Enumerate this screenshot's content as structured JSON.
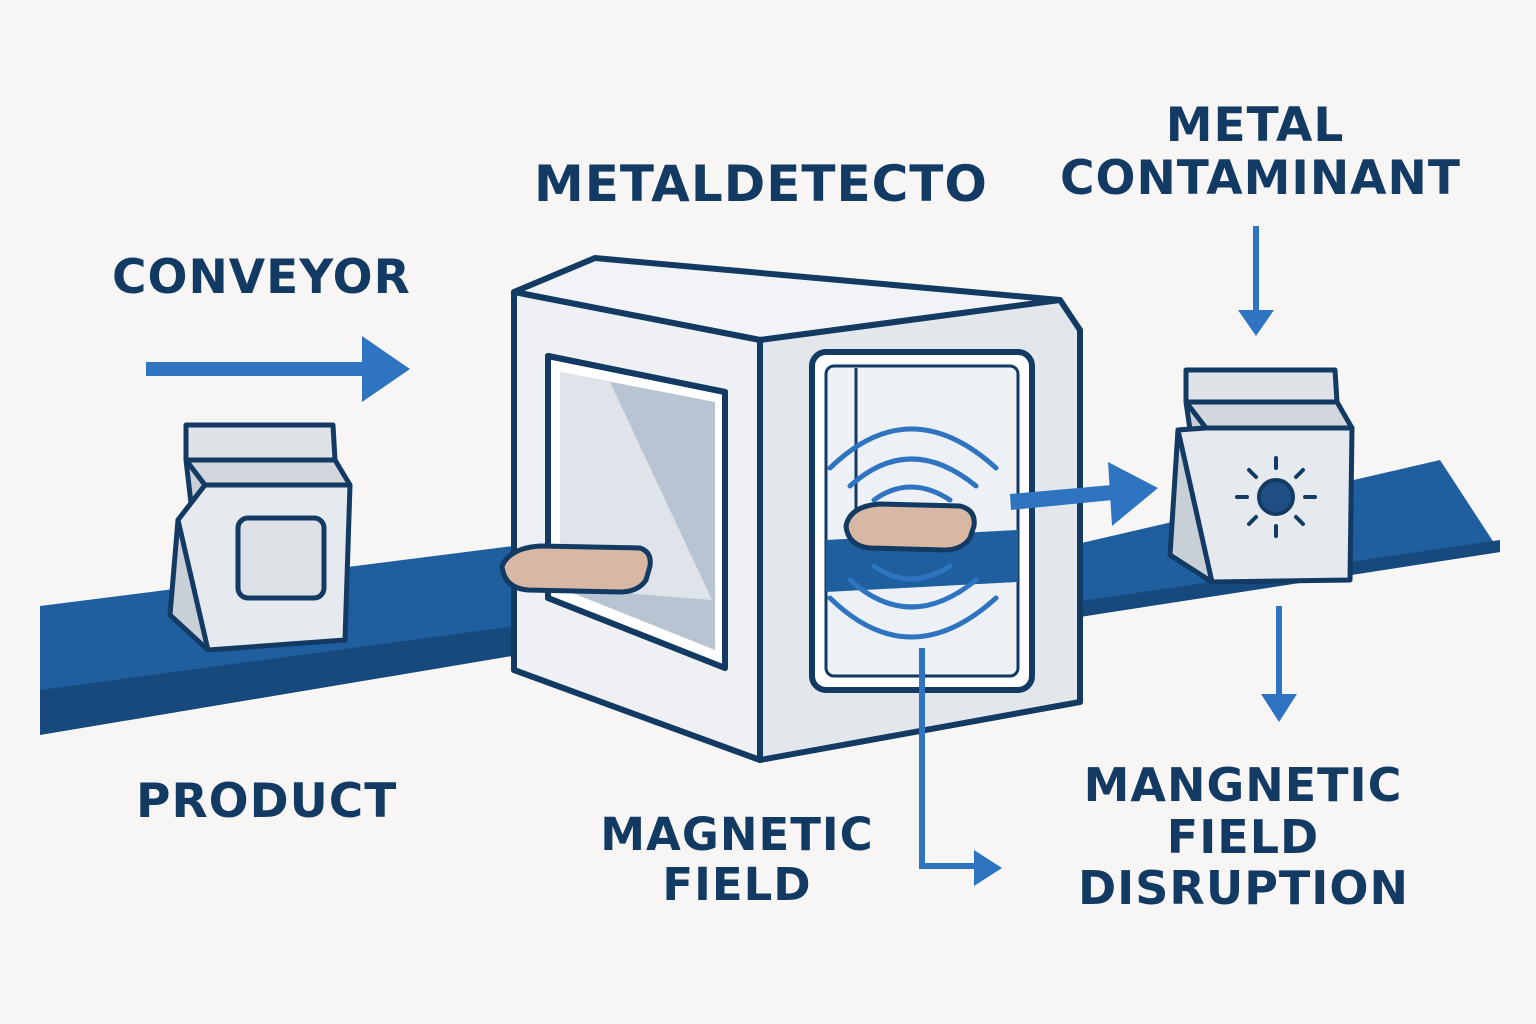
{
  "labels": {
    "conveyor": "CONVEYOR",
    "product": "PRODUCT",
    "metal_detector": "METALDETECTO",
    "metal_contaminant": [
      "METAL",
      "CONTAMINANT"
    ],
    "magnetic_field": [
      "MAGNETIC",
      "FIELD"
    ],
    "field_disruption": [
      "MANGNETIC",
      "FIELD",
      "DISRUPTION"
    ]
  },
  "colors": {
    "ink": "#123a63",
    "belt": "#1f5fa0",
    "belt_dark": "#17497d",
    "accent": "#2f74c0",
    "machine_face": "#eef0f3",
    "machine_side": "#dde1e7",
    "bag": "#e3e6ea",
    "product_block": "#d8b8a2"
  },
  "icons": {
    "contaminant_marker": "sun-burst-icon",
    "waves": "magnetic-wave-icon"
  }
}
